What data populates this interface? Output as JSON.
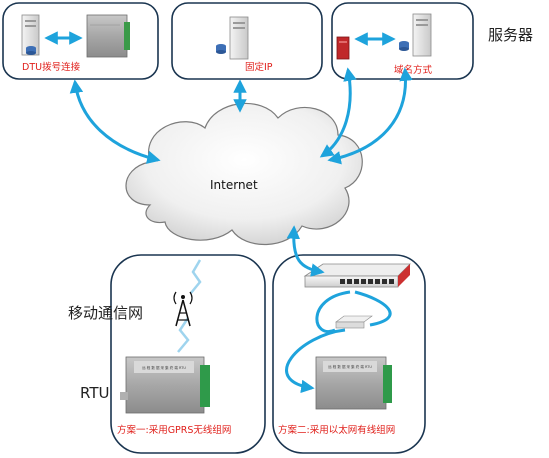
{
  "servers_title": "服务器",
  "dtu_label": "DTU拨号连接",
  "fixed_ip_label": "固定IP",
  "domain_label": "域名方式",
  "cloud_label": "Internet",
  "mobile_label": "移动通信网",
  "rtu_label": "RTU",
  "scheme1_label": "方案一:采用GPRS无线组网",
  "scheme2_label": "方案二:采用以太网有线组网",
  "device_face_text": "远 程 数 据 采 集 终 端 RTU",
  "colors": {
    "link_blue": "#1ea3dc",
    "box_border": "#1a3550",
    "label_red": "#e0201b",
    "cloud_fill": "#ececec"
  }
}
